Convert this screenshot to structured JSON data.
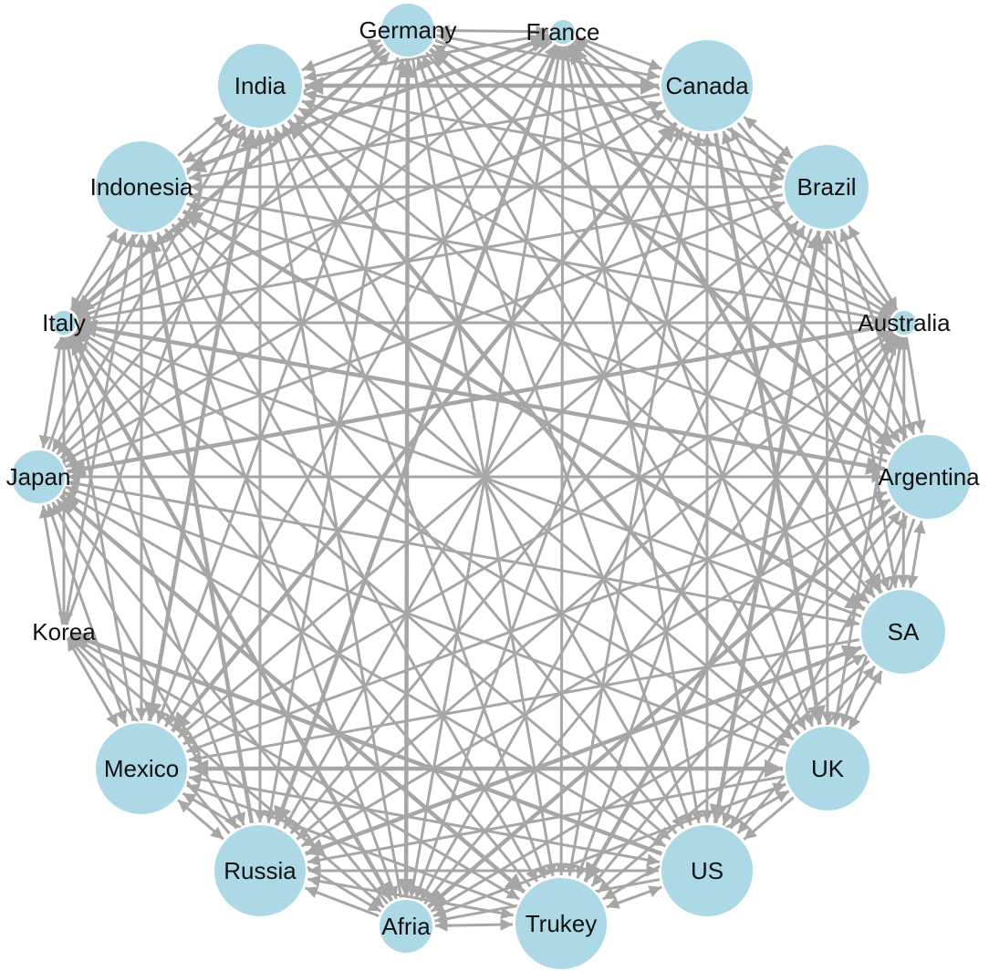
{
  "diagram": {
    "type": "directed-network",
    "edge_color": "#a6a6a6",
    "node_color": "#add8e6",
    "node_outline": "#ffffff",
    "nodes": [
      {
        "id": "germany",
        "label": "Germany",
        "size": "small"
      },
      {
        "id": "france",
        "label": "France",
        "size": "tiny"
      },
      {
        "id": "canada",
        "label": "Canada",
        "size": "large"
      },
      {
        "id": "brazil",
        "label": "Brazil",
        "size": "medium"
      },
      {
        "id": "australia",
        "label": "Australia",
        "size": "tiny"
      },
      {
        "id": "argentina",
        "label": "Argentina",
        "size": "medium"
      },
      {
        "id": "sa",
        "label": "SA",
        "size": "medium"
      },
      {
        "id": "uk",
        "label": "UK",
        "size": "medium"
      },
      {
        "id": "us",
        "label": "US",
        "size": "large"
      },
      {
        "id": "trukey",
        "label": "Trukey",
        "size": "large"
      },
      {
        "id": "afria",
        "label": "Afria",
        "size": "small"
      },
      {
        "id": "russia",
        "label": "Russia",
        "size": "large"
      },
      {
        "id": "mexico",
        "label": "Mexico",
        "size": "large"
      },
      {
        "id": "korea",
        "label": "Korea",
        "size": "none"
      },
      {
        "id": "japan",
        "label": "Japan",
        "size": "small"
      },
      {
        "id": "italy",
        "label": "Italy",
        "size": "tiny"
      },
      {
        "id": "indonesia",
        "label": "Indonesia",
        "size": "large"
      },
      {
        "id": "india",
        "label": "India",
        "size": "medium"
      }
    ]
  }
}
